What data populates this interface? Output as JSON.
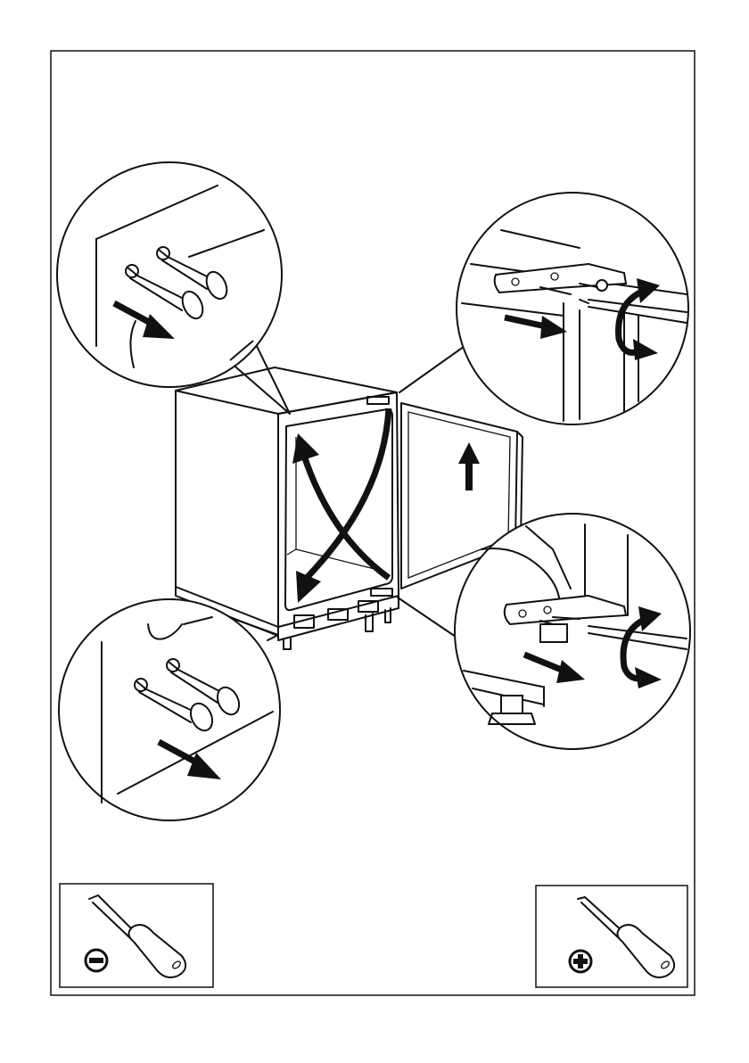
{
  "figure": {
    "kind": "installation-diagram",
    "subject": "door-reversal-integrated-refrigerator",
    "callouts": [
      {
        "id": "top-left",
        "content": "remove-plastic-rivets",
        "icon": "rivet-icon"
      },
      {
        "id": "top-right",
        "content": "unscrew-upper-hinge",
        "icon": "hinge-icon"
      },
      {
        "id": "bottom-left",
        "content": "remove-plastic-rivets",
        "icon": "rivet-icon"
      },
      {
        "id": "bottom-right",
        "content": "unscrew-lower-hinge",
        "icon": "hinge-icon"
      }
    ],
    "tools": [
      {
        "id": "flat-screwdriver",
        "symbol": "minus-icon"
      },
      {
        "id": "phillips-screwdriver",
        "symbol": "plus-icon"
      }
    ],
    "colors": {
      "ink": "#111111",
      "paper": "#ffffff"
    }
  }
}
